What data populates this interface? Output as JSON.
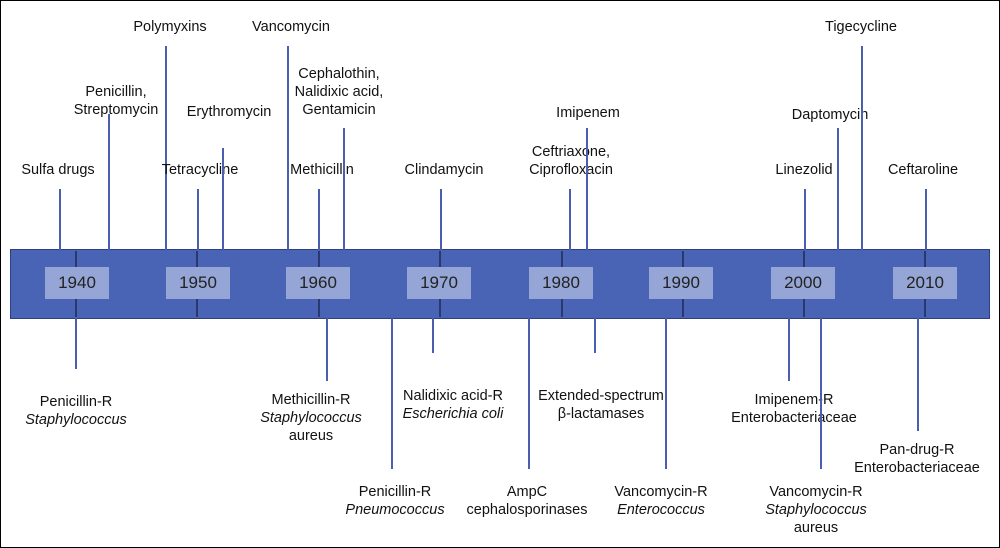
{
  "colors": {
    "band": "#4a64b5",
    "year_box": "#95a6d6",
    "connector": "#4a5fb0"
  },
  "years": [
    "1940",
    "1950",
    "1960",
    "1970",
    "1980",
    "1990",
    "2000",
    "2010"
  ],
  "introduced": [
    {
      "name": "sulfa-drugs",
      "lines": [
        {
          "text": "Sulfa drugs"
        }
      ]
    },
    {
      "name": "penicillin-streptomycin",
      "lines": [
        {
          "text": "Penicillin,"
        },
        {
          "text": "Streptomycin"
        }
      ]
    },
    {
      "name": "polymyxins",
      "lines": [
        {
          "text": "Polymyxins"
        }
      ]
    },
    {
      "name": "tetracycline",
      "lines": [
        {
          "text": "Tetracycline"
        }
      ]
    },
    {
      "name": "erythromycin",
      "lines": [
        {
          "text": "Erythromycin"
        }
      ]
    },
    {
      "name": "vancomycin",
      "lines": [
        {
          "text": "Vancomycin"
        }
      ]
    },
    {
      "name": "methicillin",
      "lines": [
        {
          "text": "Methicillin"
        }
      ]
    },
    {
      "name": "cephalothin-group",
      "lines": [
        {
          "text": "Cephalothin,"
        },
        {
          "text": "Nalidixic acid,"
        },
        {
          "text": "Gentamicin"
        }
      ]
    },
    {
      "name": "clindamycin",
      "lines": [
        {
          "text": "Clindamycin"
        }
      ]
    },
    {
      "name": "ceftriaxone-ciprofloxacin",
      "lines": [
        {
          "text": "Ceftriaxone,"
        },
        {
          "text": "Ciprofloxacin"
        }
      ]
    },
    {
      "name": "imipenem",
      "lines": [
        {
          "text": "Imipenem"
        }
      ]
    },
    {
      "name": "linezolid",
      "lines": [
        {
          "text": "Linezolid"
        }
      ]
    },
    {
      "name": "daptomycin",
      "lines": [
        {
          "text": "Daptomycin"
        }
      ]
    },
    {
      "name": "tigecycline",
      "lines": [
        {
          "text": "Tigecycline"
        }
      ]
    },
    {
      "name": "ceftaroline",
      "lines": [
        {
          "text": "Ceftaroline"
        }
      ]
    }
  ],
  "resistance": [
    {
      "name": "penicillin-r-staphylococcus",
      "lines": [
        {
          "text": "Penicillin-R"
        },
        {
          "text": "Staphylococcus",
          "italic": true
        }
      ]
    },
    {
      "name": "methicillin-r-staphylococcus-aureus",
      "lines": [
        {
          "text": "Methicillin-R"
        },
        {
          "text": "Staphylococcus",
          "italic": true
        },
        {
          "text": "aureus"
        }
      ]
    },
    {
      "name": "penicillin-r-pneumococcus",
      "lines": [
        {
          "text": "Penicillin-R"
        },
        {
          "text": "Pneumococcus",
          "italic": true
        }
      ]
    },
    {
      "name": "nalidixic-acid-r-escherichia-coli",
      "lines": [
        {
          "text": "Nalidixic acid-R"
        },
        {
          "text": "Escherichia coli",
          "italic": true
        }
      ]
    },
    {
      "name": "ampc-cephalosporinases",
      "lines": [
        {
          "text": "AmpC"
        },
        {
          "text": "cephalosporinases"
        }
      ]
    },
    {
      "name": "extended-spectrum-beta-lactamases",
      "lines": [
        {
          "text": "Extended-spectrum"
        },
        {
          "text": "β-lactamases"
        }
      ]
    },
    {
      "name": "vancomycin-r-enterococcus",
      "lines": [
        {
          "text": "Vancomycin-R"
        },
        {
          "text": "Enterococcus",
          "italic": true
        }
      ]
    },
    {
      "name": "imipenem-r-enterobacteriaceae",
      "lines": [
        {
          "text": "Imipenem-R"
        },
        {
          "text": "Enterobacteriaceae"
        }
      ]
    },
    {
      "name": "vancomycin-r-staphylococcus-aureus",
      "lines": [
        {
          "text": "Vancomycin-R"
        },
        {
          "text": "Staphylococcus",
          "italic": true
        },
        {
          "text": "aureus"
        }
      ]
    },
    {
      "name": "pan-drug-r-enterobacteriaceae",
      "lines": [
        {
          "text": "Pan-drug-R"
        },
        {
          "text": "Enterobacteriaceae"
        }
      ]
    }
  ]
}
